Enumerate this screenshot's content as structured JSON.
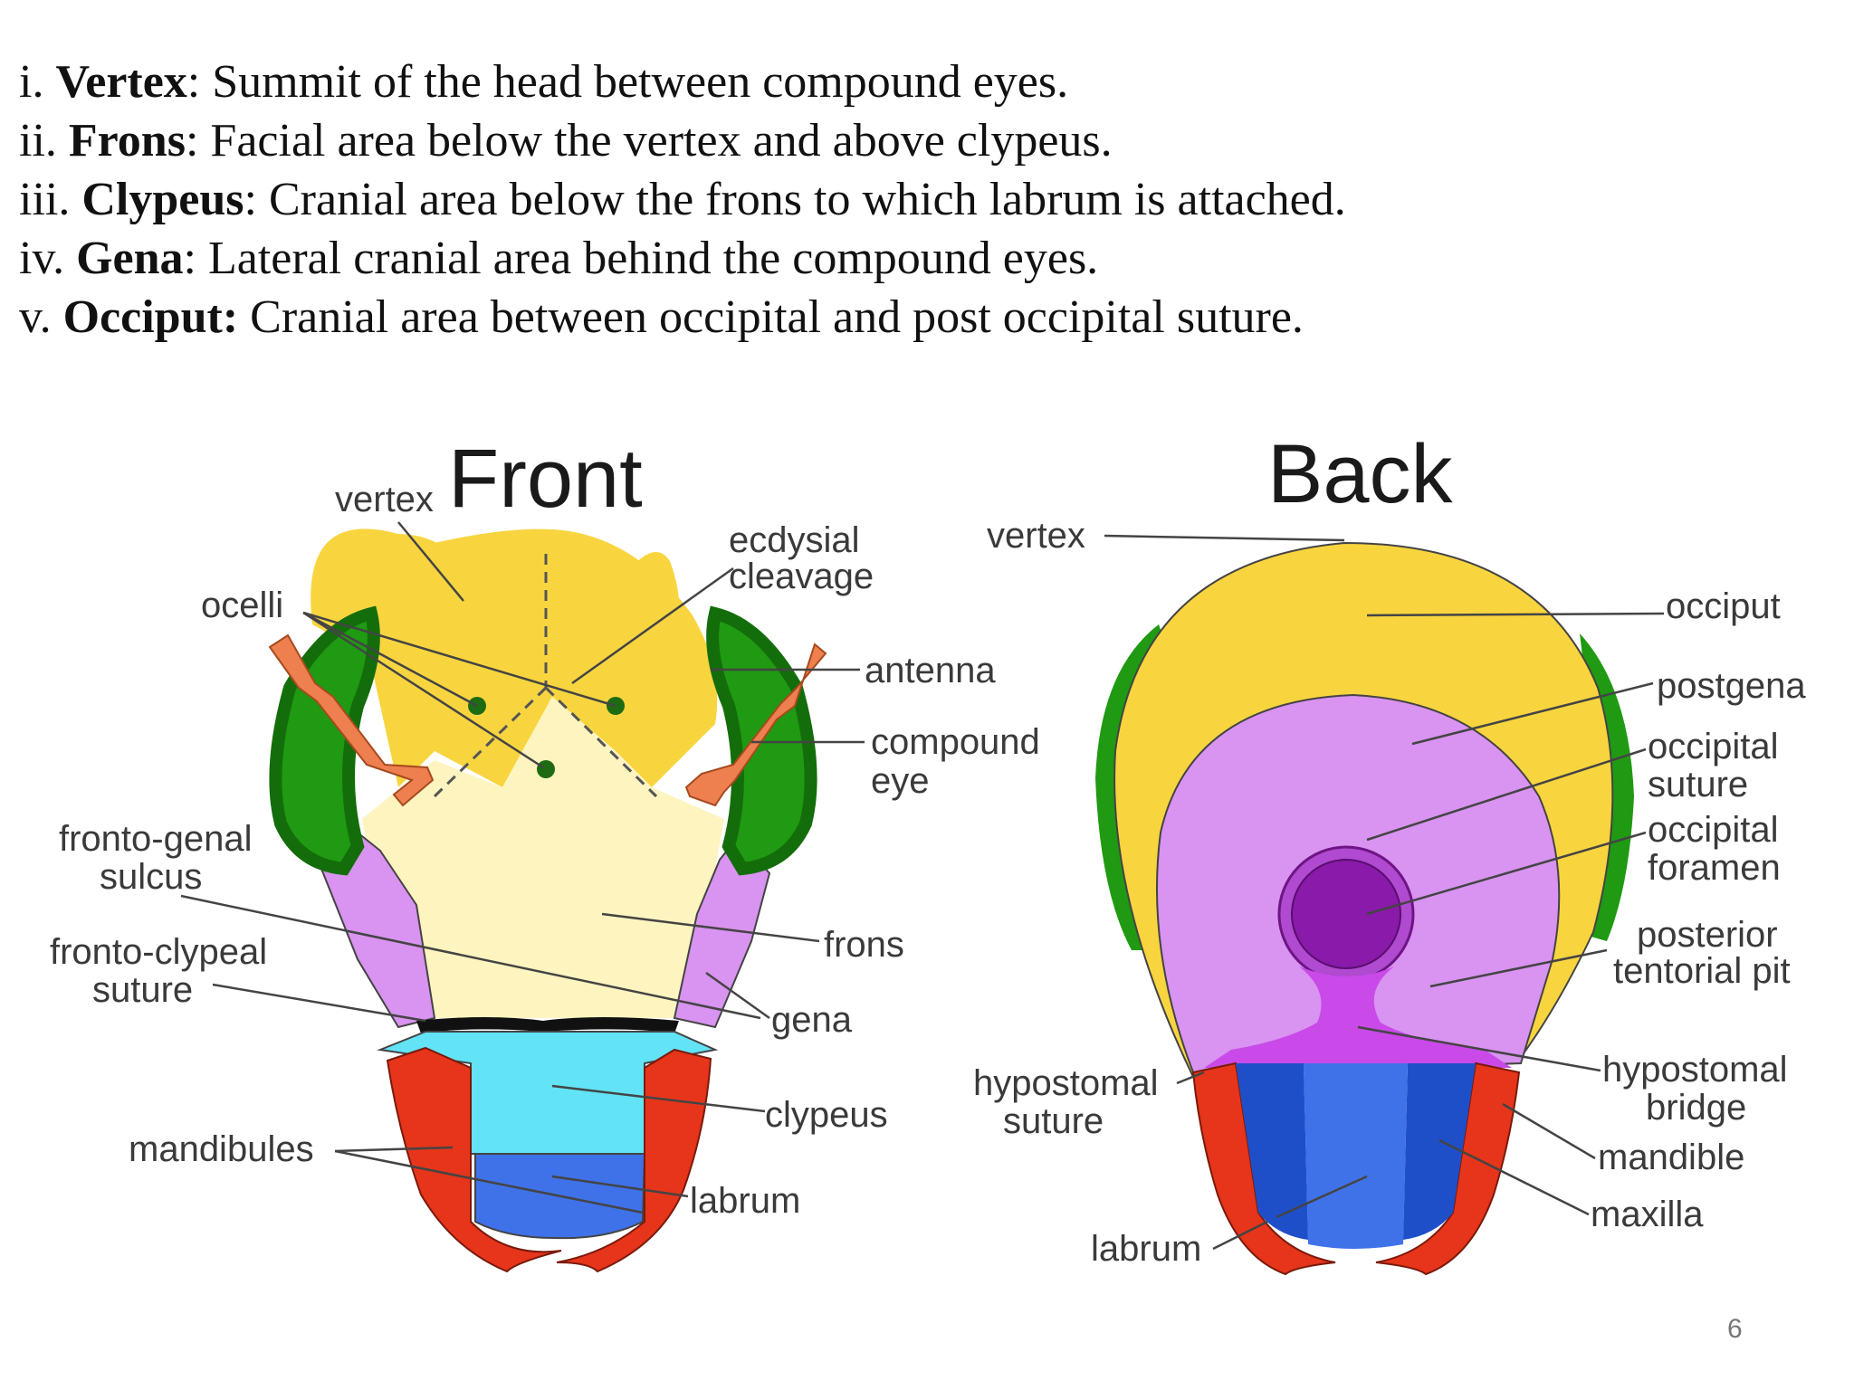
{
  "definitions": [
    {
      "num": "i.",
      "term": "Vertex",
      "sep": ":",
      "text": " Summit of the head between compound eyes."
    },
    {
      "num": "ii.",
      "term": "Frons",
      "sep": ":",
      "text": " Facial area below the vertex and above clypeus."
    },
    {
      "num": "iii.",
      "term": "Clypeus",
      "sep": ":",
      "text": " Cranial area below the frons to which labrum is attached."
    },
    {
      "num": "iv.",
      "term": "Gena",
      "sep": ":",
      "text": " Lateral cranial area behind the compound eyes."
    },
    {
      "num": "v.",
      "term": "Occiput:",
      "sep": "",
      "text": " Cranial area between occipital and post occipital suture."
    }
  ],
  "front": {
    "title": "Front",
    "labels": {
      "vertex": "vertex",
      "ecdysial_1": "ecdysial",
      "ecdysial_2": "cleavage",
      "ocelli": "ocelli",
      "antenna": "antenna",
      "compound_1": "compound",
      "compound_2": "eye",
      "fronto_genal_1": "fronto-genal",
      "fronto_genal_2": "sulcus",
      "fronto_clypeal_1": "fronto-clypeal",
      "fronto_clypeal_2": "suture",
      "frons": "frons",
      "gena": "gena",
      "clypeus": "clypeus",
      "mandibules": "mandibules",
      "labrum": "labrum"
    }
  },
  "back": {
    "title": "Back",
    "labels": {
      "vertex": "vertex",
      "occiput": "occiput",
      "postgena": "postgena",
      "occipital_suture_1": "occipital",
      "occipital_suture_2": "suture",
      "occipital_foramen_1": "occipital",
      "occipital_foramen_2": "foramen",
      "posterior_1": "posterior",
      "posterior_2": "tentorial pit",
      "hypostomal_suture_1": "hypostomal",
      "hypostomal_suture_2": "suture",
      "hypostomal_bridge_1": "hypostomal",
      "hypostomal_bridge_2": "bridge",
      "mandible": "mandible",
      "maxilla": "maxilla",
      "labrum": "labrum"
    }
  },
  "colors": {
    "vertex_yellow": "#f8d53f",
    "frons_cream": "#fdf4c0",
    "eye_green": "#1f9a12",
    "eye_dark_green": "#146d0b",
    "antenna_orange": "#ee7f4f",
    "gena_lilac": "#d993f0",
    "clypeus_cyan": "#62e4f6",
    "labrum_blue": "#3f72e9",
    "mandible_red": "#e6351a",
    "foramen_purple": "#8a1aaa",
    "maxilla_dark_blue": "#1f4fc8"
  },
  "page_number": "6"
}
